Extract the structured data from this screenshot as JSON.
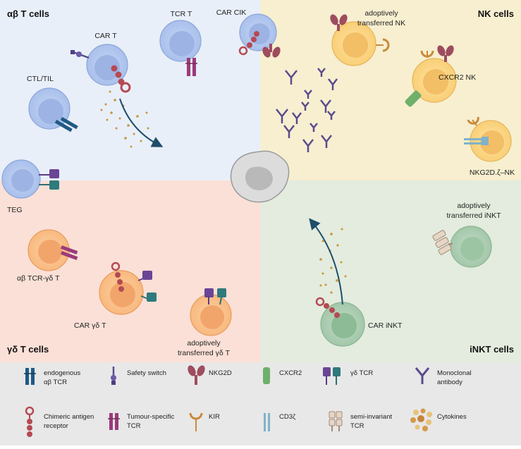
{
  "quadrants": {
    "ab": {
      "title": "αβ T cells",
      "color": "#e9eff9"
    },
    "nk": {
      "title": "NK cells",
      "color": "#f7efd0"
    },
    "gd": {
      "title": "γδ T cells",
      "color": "#fbe0d7"
    },
    "inkt": {
      "title": "iNKT cells",
      "color": "#e3ecde"
    }
  },
  "cells": {
    "car_t": "CAR T",
    "tcr_t": "TCR T",
    "car_cik": "CAR CIK",
    "ctl_til": "CTL/TIL",
    "teg": "TEG",
    "nk_adoptive": [
      "adoptively",
      "transferred NK"
    ],
    "cxcr2_nk": "CXCR2 NK",
    "nkg2d_nk": "NKG2D.ζ–NK",
    "ab_tcr_gd_t": "αβ TCR-γδ T",
    "car_gd_t": "CAR γδ T",
    "gd_adoptive": [
      "adoptively",
      "transferred γδ T"
    ],
    "car_inkt": "CAR iNKT",
    "inkt_adoptive": [
      "adoptively",
      "transferred iNKT"
    ]
  },
  "legend": {
    "background": "#e8e8e8",
    "items": [
      {
        "icon": "endogenous-tcr-icon",
        "lines": [
          "endogenous",
          "αβ TCR"
        ]
      },
      {
        "icon": "safety-switch-icon",
        "lines": [
          "Safety switch"
        ]
      },
      {
        "icon": "nkg2d-icon",
        "lines": [
          "NKG2D"
        ]
      },
      {
        "icon": "cxcr2-icon",
        "lines": [
          "CXCR2"
        ]
      },
      {
        "icon": "gd-tcr-icon",
        "lines": [
          "γδ TCR"
        ]
      },
      {
        "icon": "monoclonal-antibody-icon",
        "lines": [
          "Monoclonal",
          "antibody"
        ]
      },
      {
        "icon": "chimeric-antigen-receptor-icon",
        "lines": [
          "Chimeric antigen",
          "receptor"
        ]
      },
      {
        "icon": "tumour-specific-tcr-icon",
        "lines": [
          "Tumour-specific",
          "TCR"
        ]
      },
      {
        "icon": "kir-icon",
        "lines": [
          "KIR"
        ]
      },
      {
        "icon": "cd3z-icon",
        "lines": [
          "CD3ζ"
        ]
      },
      {
        "icon": "semi-invariant-tcr-icon",
        "lines": [
          "semi-invariant",
          "TCR"
        ]
      },
      {
        "icon": "cytokines-icon",
        "lines": [
          "Cytokines"
        ]
      }
    ]
  }
}
